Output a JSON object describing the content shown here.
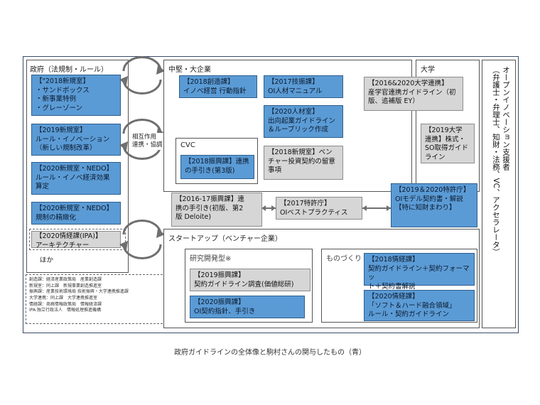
{
  "gov": {
    "title": "政府（法規制・ルール）",
    "items": [
      "【\"2018新規室】\n・サンドボックス\n・新事業特例\n・グレーゾーン",
      "【2019新規室】\nルール・イノベーション\n（新しい規制改革）",
      "【2020新規室・NEDO】\nルール・イノベ経済効果\n算定",
      "【2020新規室・NEDO】\n規制の精緻化"
    ],
    "ipa": "【2020情経課(IPA)】\nアーキテクチャー",
    "others": "ほか"
  },
  "legend": "創造課：経済産業政策局　産業創造課\n新規室：同上課　新規事業創造推進室\n振興課：産業技術環境局 技術振興・大学連携推進課\n大学連携：同上課　大学連携推進室\n情経課：商務情報政策局　情報経済課\nIPA:独立行政法人　情報処理推進機構",
  "mutual": "相互作用\n連携・協調",
  "big": {
    "title": "中堅・大企業",
    "items": [
      "【2018創造課】\nイノベ経営 行動指針",
      "【2017技振課】\nOI人材マニュアル",
      "【2020人材室】\n出向起業ガイドライン\n＆ルーブリック作成",
      "【2018新規室】ベン\nチャー投資契約の留意\n事項"
    ]
  },
  "cvc": {
    "title": "CVC",
    "item": "【2018振興課】連携\nの手引き(第3版)"
  },
  "univ": {
    "title": "大学",
    "items": [
      "【2016&2020大学連携】\n産学官連携ガイドライン（初\n版、追補版 EY）",
      "【2019大学\n連携】株式・\nSO取得ガイド\nライン"
    ]
  },
  "bridge": {
    "a": "【2016-17振興課】連\n携の手引き(初版、第2\n版 Deloite)",
    "b": "【2017特許庁】\nOIベストプラクティス",
    "c": "【2019＆2020特許庁】\nOIモデル契約書・解説\n【特に知財まわり】"
  },
  "startup": {
    "title": "スタートアップ（ベンチャー企業）",
    "rd": {
      "title": "研究開発型※",
      "items": [
        "【2019振興課】\n契約ガイドライン調査(価値総研)",
        "【2020振興課】\nOI契約指針、手引き"
      ]
    },
    "mono": {
      "title": "ものづくり",
      "items": [
        "【2018情経課】\n契約ガイドライン＋契約フォーマッ\nト＋契約書解説",
        "【2020情経課】\n「ソフト＆ハード融合領域」\nルール・契約ガイドライン"
      ]
    }
  },
  "support": "オープンイノベーション支援者\n（弁護士・弁理士、知財・法務、VC、アクセラレータ）",
  "caption": "政府ガイドラインの全体像と駒村さんの関与したもの（青）"
}
